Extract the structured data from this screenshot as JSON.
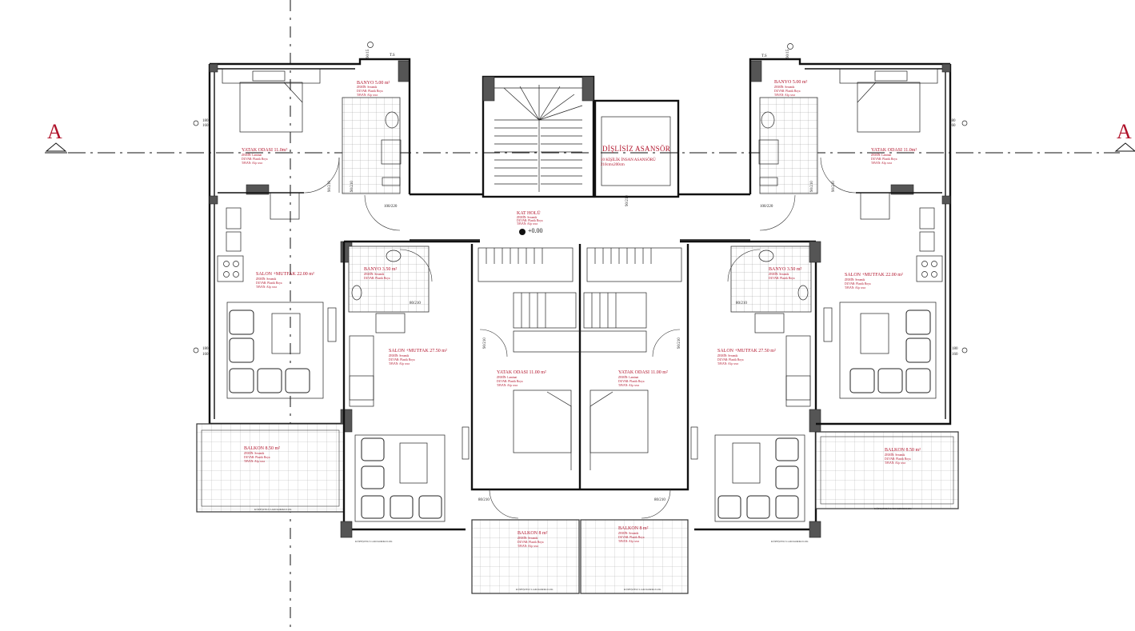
{
  "section_marker": {
    "left": "A",
    "right": "A"
  },
  "elevator": {
    "title": "DİŞLİSİZ ASANSÖR",
    "capacity": "10 KİŞİLİK İNSAN ASANSÖRÜ",
    "size": "210cmx200cm"
  },
  "hall": {
    "name": "KAT HOLÜ",
    "floor": "ZEMİN: Seramik",
    "wall": "DUVAR: Plastik Boya",
    "ceiling": "TAVAN: Alçı sıva",
    "elevation": "+0.00"
  },
  "rooms": {
    "bed_tl": {
      "name": "YATAK ODASI 11.0m²",
      "floor": "ZEMİN: Laminat",
      "wall": "DUVAR: Plastik Boya",
      "ceiling": "TAVAN: Alçı sıva"
    },
    "bath_tl": {
      "name": "BANYO 5.00 m²",
      "floor": "ZEMİN: Seramik",
      "wall": "DUVAR: Plastik Boya",
      "ceiling": "TAVAN: Alçı sıva"
    },
    "salon_tl": {
      "name": "SALON +MUTFAK 22.00 m²",
      "floor": "ZEMİN: Seramik",
      "wall": "DUVAR: Plastik Boya",
      "ceiling": "TAVAN: Alçı sıva"
    },
    "balcony_l": {
      "name": "BALKON 8.50 m²",
      "floor": "ZEMİN: Seramik",
      "wall": "DUVAR: Plastik Boya",
      "ceiling": "TAVAN: Alçı sıva"
    },
    "bath_ml": {
      "name": "BANYO 3.50 m²",
      "floor": "ZEMİN: Seramik",
      "wall": "DUVAR: Plastik Boya"
    },
    "salon_ml": {
      "name": "SALON +MUTFAK 27.50 m²",
      "floor": "ZEMİN: Seramik",
      "wall": "DUVAR: Plastik Boya",
      "ceiling": "TAVAN: Alçı sıva"
    },
    "bed_ml": {
      "name": "YATAK ODASI 11.00 m²",
      "floor": "ZEMİN: Laminat",
      "wall": "DUVAR: Plastik Boya",
      "ceiling": "TAVAN: Alçı sıva"
    },
    "bed_mr": {
      "name": "YATAK ODASI 11.00 m²",
      "floor": "ZEMİN: Laminat",
      "wall": "DUVAR: Plastik Boya",
      "ceiling": "TAVAN: Alçı sıva"
    },
    "balcony_bl": {
      "name": "BALKON 8 m²",
      "floor": "ZEMİN: Seramik",
      "wall": "DUVAR: Plastik Boya",
      "ceiling": "TAVAN: Alçı sıva"
    },
    "balcony_br": {
      "name": "BALKON 8 m²",
      "floor": "ZEMİN: Seramik",
      "wall": "DUVAR: Plastik Boya",
      "ceiling": "TAVAN: Alçı sıva"
    },
    "salon_mr": {
      "name": "SALON +MUTFAK 27.50 m²",
      "floor": "ZEMİN: Seramik",
      "wall": "DUVAR: Plastik Boya",
      "ceiling": "TAVAN: Alçı sıva"
    },
    "bath_mr": {
      "name": "BANYO 3.50 m²",
      "floor": "ZEMİN: Seramik",
      "wall": "DUVAR: Plastik Boya"
    },
    "bed_tr": {
      "name": "YATAK ODASI 11.0m²",
      "floor": "ZEMİN: Laminat",
      "wall": "DUVAR: Plastik Boya",
      "ceiling": "TAVAN: Alçı sıva"
    },
    "bath_tr": {
      "name": "BANYO 5.00 m²",
      "floor": "ZEMİN: Seramik",
      "wall": "DUVAR: Plastik Boya",
      "ceiling": "TAVAN: Alçı sıva"
    },
    "salon_tr": {
      "name": "SALON +MUTFAK 22.00 m²",
      "floor": "ZEMİN: Seramik",
      "wall": "DUVAR: Plastik Boya",
      "ceiling": "TAVAN: Alçı sıva"
    },
    "balcony_r": {
      "name": "BALKON 8.50 m²",
      "floor": "ZEMİN: Seramik",
      "wall": "DUVAR: Plastik Boya",
      "ceiling": "TAVAN: Alçı sıva"
    }
  },
  "dimensions": {
    "win_l1": "180",
    "win_l2": "160",
    "win_l3": "180",
    "win_l4": "160",
    "win_r1": "180",
    "win_r2": "160",
    "win_r3": "180",
    "win_r4": "160",
    "door_90_210_a": "90/210",
    "door_90_210_b": "90/210",
    "door_100_220_l": "100/220",
    "door_100_220_r": "100/220",
    "door_90_210_c": "90/210",
    "door_90_210_d": "90/210",
    "door_80_210_a": "80/210",
    "door_80_210_b": "80/210",
    "door_80_210_c": "80/210",
    "door_80_210_d": "80/210",
    "door_90_210_e": "90/210",
    "door_90_210_f": "90/210",
    "elev_door": "90/210",
    "ts_l": "T.S",
    "ts_r": "T.S",
    "fs_l": "90/15",
    "fs_r": "90/15"
  },
  "rail_labels": {
    "l": "KÜPEŞTELİ CAM KORKULUK",
    "r": "KÜPEŞTELİ CAM KORKULUK",
    "bl": "KÜPEŞTELİ CAM KORKULUK",
    "br": "KÜPEŞTELİ CAM KORKULUK",
    "ml": "KÜPEŞTELİ CAM KORKULUK",
    "mr": "KÜPEŞTELİ CAM KORKULUK"
  },
  "colors": {
    "label": "#b0122a",
    "line": "#111111",
    "column": "#555555"
  }
}
